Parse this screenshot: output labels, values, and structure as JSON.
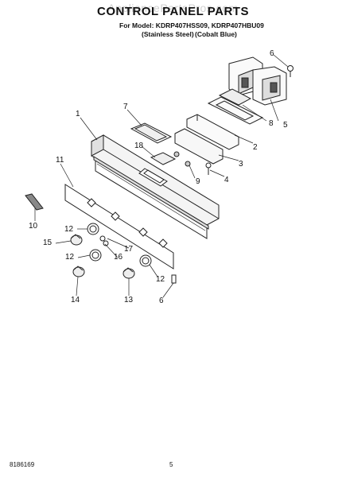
{
  "header": {
    "title": "CONTROL PANEL PARTS",
    "watermark": "AppliancePartsPros.com",
    "model_line": "For Model: KDRP407HSS09, KDRP407HBU09",
    "finish_1": "(Stainless Steel)",
    "finish_2": "(Cobalt Blue)"
  },
  "callouts": [
    "1",
    "2",
    "3",
    "4",
    "5",
    "6",
    "7",
    "8",
    "9",
    "10",
    "11",
    "12",
    "12",
    "12",
    "13",
    "14",
    "15",
    "16",
    "17",
    "18",
    "6"
  ],
  "footer": {
    "doc_number": "8186169",
    "page_number": "5"
  }
}
